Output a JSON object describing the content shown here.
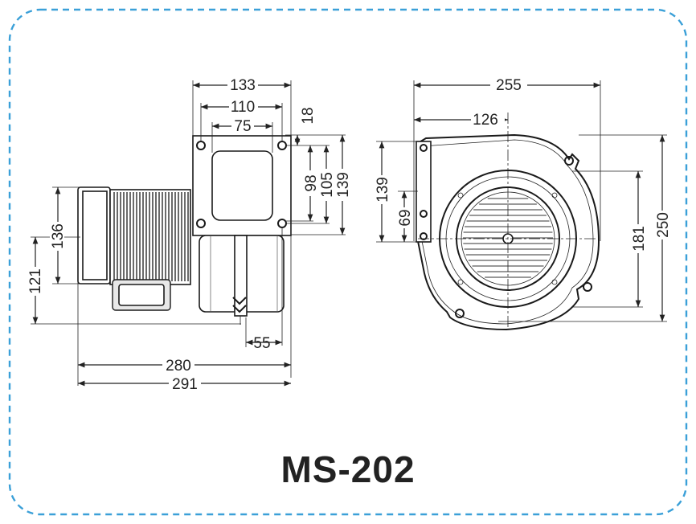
{
  "model": "MS-202",
  "colors": {
    "frame_border": "#3ba0d8",
    "ink": "#222222"
  },
  "side_view": {
    "dims": {
      "d133": "133",
      "d110": "110",
      "d75": "75",
      "d18": "18",
      "d98": "98",
      "d105": "105",
      "d139": "139",
      "d136": "136",
      "d121": "121",
      "d55": "55",
      "d280": "280",
      "d291": "291"
    }
  },
  "front_view": {
    "dims": {
      "d255": "255",
      "d126": "126",
      "d139": "139",
      "d69": "69",
      "d181": "181",
      "d250": "250"
    }
  }
}
